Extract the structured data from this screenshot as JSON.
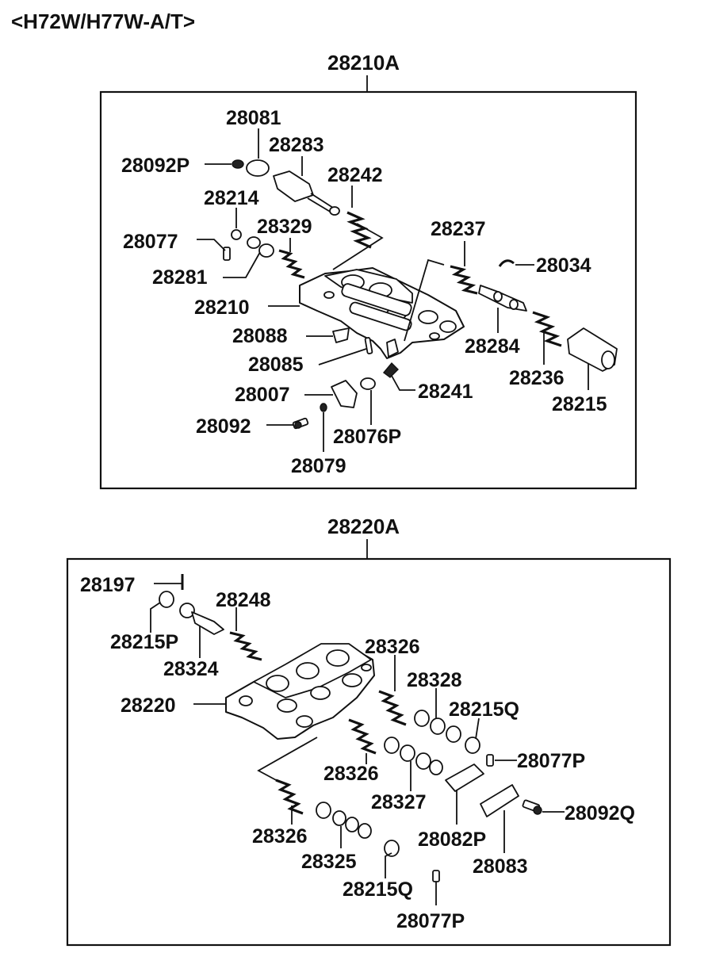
{
  "header": {
    "model_label": "<H72W/H77W-A/T>"
  },
  "assemblies": [
    {
      "number": "28210A",
      "parts": {
        "p28081": "28081",
        "p28283": "28283",
        "p28092P": "28092P",
        "p28242": "28242",
        "p28214": "28214",
        "p28329": "28329",
        "p28077": "28077",
        "p28281": "28281",
        "p28237": "28237",
        "p28034": "28034",
        "p28210": "28210",
        "p28088": "28088",
        "p28284": "28284",
        "p28085": "28085",
        "p28236": "28236",
        "p28241": "28241",
        "p28007": "28007",
        "p28215": "28215",
        "p28092": "28092",
        "p28076P": "28076P",
        "p28079": "28079"
      }
    },
    {
      "number": "28220A",
      "parts": {
        "p28197": "28197",
        "p28248": "28248",
        "p28215P": "28215P",
        "p28324": "28324",
        "p28326a": "28326",
        "p28328": "28328",
        "p28220": "28220",
        "p28215Qa": "28215Q",
        "p28077Pa": "28077P",
        "p28326b": "28326",
        "p28327": "28327",
        "p28092Q": "28092Q",
        "p28082P": "28082P",
        "p28326c": "28326",
        "p28083": "28083",
        "p28325": "28325",
        "p28215Qb": "28215Q",
        "p28077Pb": "28077P"
      }
    }
  ]
}
